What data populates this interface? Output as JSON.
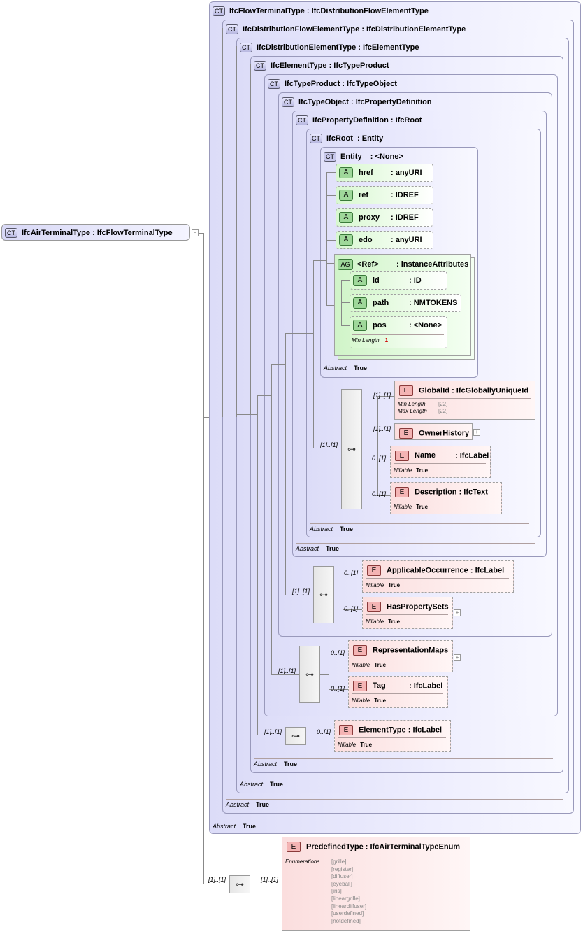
{
  "root": {
    "badge": "CT",
    "name": "IfcAirTerminalType",
    "type": ": IfcFlowTerminalType"
  },
  "types": [
    {
      "badge": "CT",
      "name": "IfcFlowTerminalType",
      "type": ": IfcDistributionFlowElementType"
    },
    {
      "badge": "CT",
      "name": "IfcDistributionFlowElementType",
      "type": ": IfcDistributionElementType"
    },
    {
      "badge": "CT",
      "name": "IfcDistributionElementType",
      "type": ": IfcElementType"
    },
    {
      "badge": "CT",
      "name": "IfcElementType",
      "type": ": IfcTypeProduct"
    },
    {
      "badge": "CT",
      "name": "IfcTypeProduct",
      "type": ": IfcTypeObject"
    },
    {
      "badge": "CT",
      "name": "IfcTypeObject",
      "type": ": IfcPropertyDefinition"
    },
    {
      "badge": "CT",
      "name": "IfcPropertyDefinition",
      "type": ": IfcRoot"
    },
    {
      "badge": "CT",
      "name": "IfcRoot",
      "type": ": Entity"
    },
    {
      "badge": "CT",
      "name": "Entity",
      "type": ": <None>"
    }
  ],
  "abstract_label": "Abstract",
  "true_label": "True",
  "nillable_label": "Nillable",
  "attributes": [
    {
      "badge": "A",
      "name": "href",
      "type": ": anyURI"
    },
    {
      "badge": "A",
      "name": "ref",
      "type": ": IDREF"
    },
    {
      "badge": "A",
      "name": "proxy",
      "type": ": IDREF"
    },
    {
      "badge": "A",
      "name": "edo",
      "type": ": anyURI"
    }
  ],
  "attr_group": {
    "badge": "AG",
    "name": "<Ref>",
    "type": ": instanceAttributes",
    "items": [
      {
        "badge": "A",
        "name": "id",
        "type": ": ID"
      },
      {
        "badge": "A",
        "name": "path",
        "type": ": NMTOKENS"
      },
      {
        "badge": "A",
        "name": "pos",
        "type": ": <None>",
        "prop_label": "Min Length",
        "prop_value": "1"
      }
    ]
  },
  "elements": {
    "globalid": {
      "badge": "E",
      "name": "GlobalId",
      "type": ": IfcGloballyUniqueId",
      "min_label": "Min Length",
      "min_value": "[22]",
      "max_label": "Max Length",
      "max_value": "[22]",
      "card": "[1]..[1]"
    },
    "ownerhistory": {
      "badge": "E",
      "name": "OwnerHistory",
      "card": "[1]..[1]"
    },
    "name": {
      "badge": "E",
      "name": "Name",
      "type": ": IfcLabel",
      "card": "0..[1]"
    },
    "description": {
      "badge": "E",
      "name": "Description",
      "type": ": IfcText",
      "card": "0..[1]"
    },
    "applicable": {
      "badge": "E",
      "name": "ApplicableOccurrence",
      "type": ": IfcLabel",
      "card": "0..[1]"
    },
    "haspropertysets": {
      "badge": "E",
      "name": "HasPropertySets",
      "card": "0..[1]"
    },
    "representationmaps": {
      "badge": "E",
      "name": "RepresentationMaps",
      "card": "0..[1]"
    },
    "tag": {
      "badge": "E",
      "name": "Tag",
      "type": ": IfcLabel",
      "card": "0..[1]"
    },
    "elementtype": {
      "badge": "E",
      "name": "ElementType",
      "type": ": IfcLabel",
      "card": "0..[1]"
    },
    "predefinedtype": {
      "badge": "E",
      "name": "PredefinedType",
      "type": ": IfcAirTerminalTypeEnum",
      "card": "[1]..[1]",
      "enum_label": "Enumerations",
      "enums": [
        "[grille]",
        "[register]",
        "[diffuser]",
        "[eyeball]",
        "[iris]",
        "[lineargrille]",
        "[lineardiffuser]",
        "[userdefined]",
        "[notdefined]"
      ]
    }
  },
  "seq_cards": {
    "root_seq": "[1]..[1]",
    "typeobject_seq": "[1]..[1]",
    "typeproduct_seq": "[1]..[1]",
    "elementtype_seq": "[1]..[1]",
    "main_seq": "[1]..[1]"
  }
}
